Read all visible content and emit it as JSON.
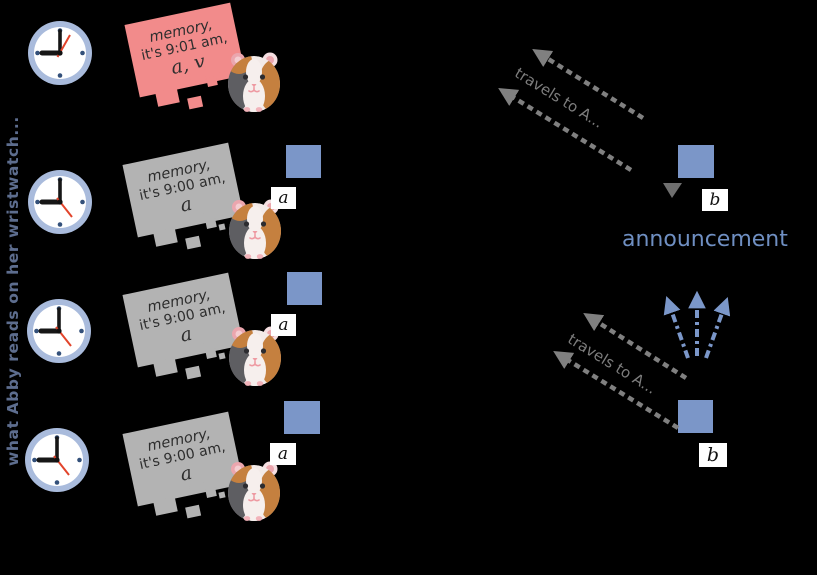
{
  "diagram": {
    "left_axis_label": "what Abby reads on her wristwatch...",
    "rows": [
      {
        "clock_time": "9:01",
        "bubble": {
          "line1": "memory,",
          "line2": "it's 9:01 am,",
          "line3": "a, v"
        }
      },
      {
        "clock_time": "9:00",
        "bubble": {
          "line1": "memory,",
          "line2": "it's 9:00 am,",
          "line3": "a"
        },
        "book_label": "a"
      },
      {
        "clock_time": "9:00",
        "bubble": {
          "line1": "memory,",
          "line2": "it's 9:00 am,",
          "line3": "a"
        },
        "book_label": "a"
      },
      {
        "clock_time": "9:00",
        "bubble": {
          "line1": "memory,",
          "line2": "it's 9:00 am,",
          "line3": "a"
        },
        "book_label": "a"
      }
    ],
    "right": {
      "travel_label_top": "travels to A...",
      "travel_label_bottom": "travels to A...",
      "announcement": "announcement",
      "book_label_top": "b",
      "book_label_bottom": "b"
    },
    "colors": {
      "background": "#000000",
      "bubble_highlight_pink": "#f28b8b",
      "bubble_gray": "#b3b3b3",
      "book_blue": "#7b96c8",
      "arrow_gray": "#808080",
      "arrow_blue": "#7b97c9",
      "announcement_text": "#6f8fc2",
      "axis_label_text": "#5d6d8e",
      "clock_ring": "#a9bbdc",
      "second_hand_red": "#e2442b"
    }
  }
}
